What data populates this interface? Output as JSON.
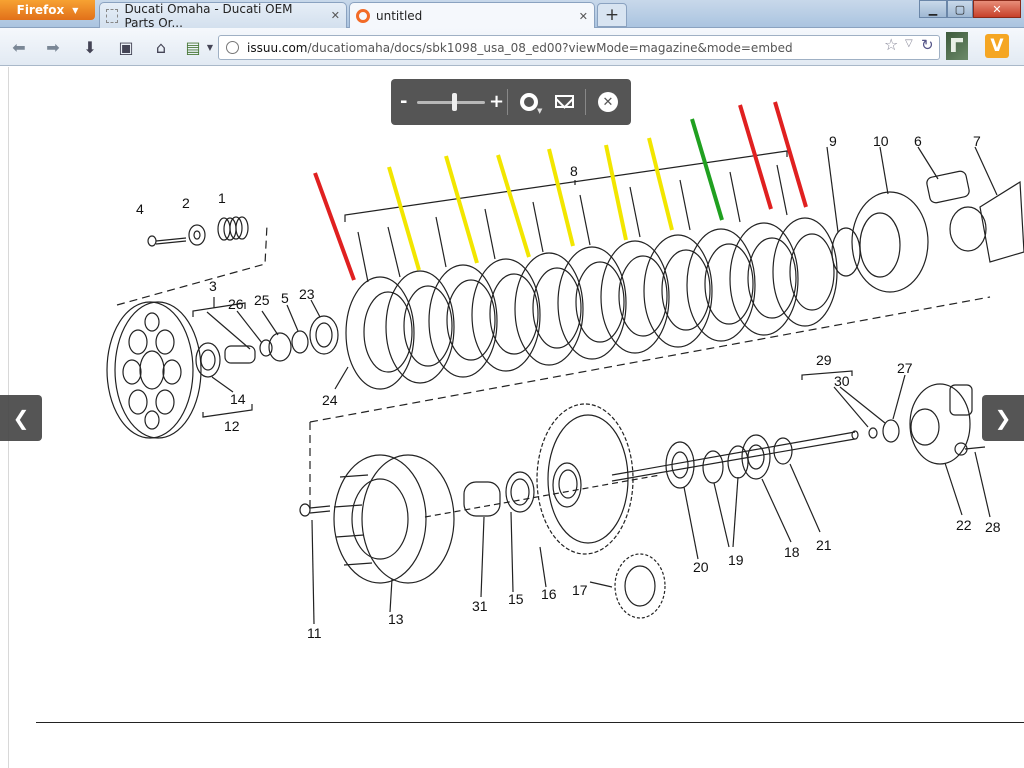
{
  "browser": {
    "menu_label": "Firefox",
    "tabs": [
      {
        "title": "Ducati Omaha - Ducati OEM Parts Or...",
        "active": false
      },
      {
        "title": "untitled",
        "active": true
      }
    ],
    "new_tab_label": "+",
    "url_domain": "issuu.com",
    "url_path": "/ducatiomaha/docs/sbk1098_usa_08_ed00?viewMode=magazine&mode=embed",
    "addon_label": "V"
  },
  "viewer": {
    "zoom_out": "-",
    "zoom_in": "+",
    "zoom_level": 0.55,
    "prev_label": "❮",
    "next_label": "❯"
  },
  "diagram": {
    "part_numbers": [
      "1",
      "2",
      "3",
      "4",
      "5",
      "6",
      "7",
      "8",
      "9",
      "10",
      "11",
      "12",
      "13",
      "14",
      "15",
      "16",
      "17",
      "18",
      "19",
      "20",
      "21",
      "22",
      "23",
      "24",
      "25",
      "26",
      "27",
      "28",
      "29",
      "30",
      "31"
    ],
    "marker_colors": {
      "red": "#e02020",
      "yellow": "#f2e600",
      "green": "#20a020"
    },
    "markers": [
      "red",
      "yellow",
      "yellow",
      "yellow",
      "yellow",
      "yellow",
      "yellow",
      "green",
      "red",
      "red"
    ]
  }
}
